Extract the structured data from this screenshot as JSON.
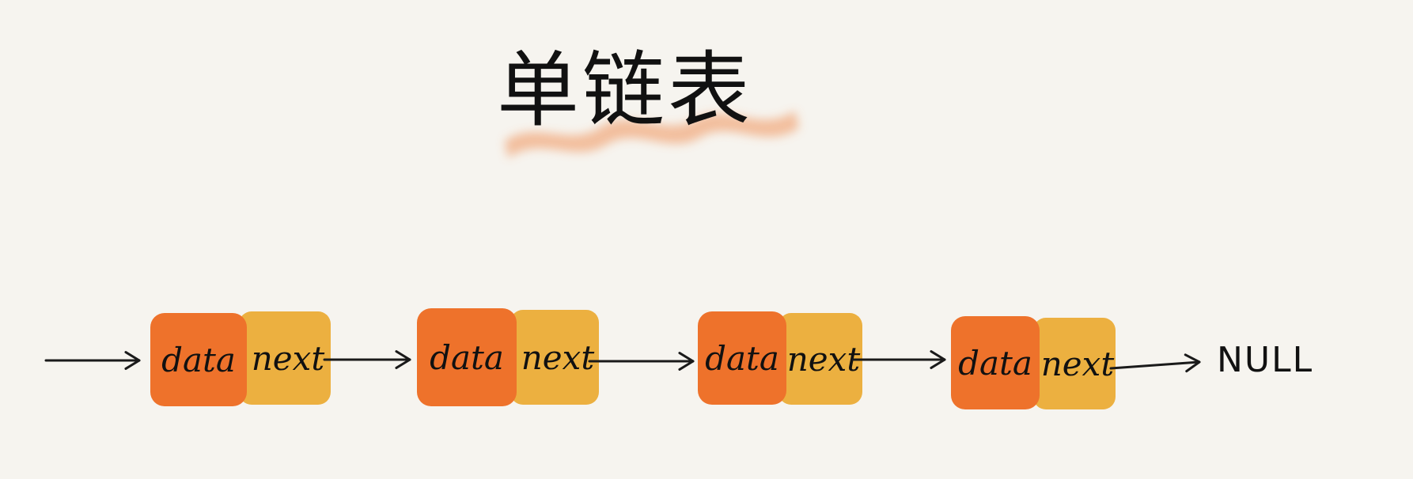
{
  "title": "单链表",
  "colors": {
    "background": "#f6f4ef",
    "data_cell": "#ee722b",
    "next_cell": "#ecb040",
    "highlight": "#f2b58f",
    "ink": "#111111"
  },
  "nodes": [
    {
      "data_label": "data",
      "next_label": "next"
    },
    {
      "data_label": "data",
      "next_label": "next"
    },
    {
      "data_label": "data",
      "next_label": "next"
    },
    {
      "data_label": "data",
      "next_label": "next"
    }
  ],
  "terminal_label": "NULL"
}
